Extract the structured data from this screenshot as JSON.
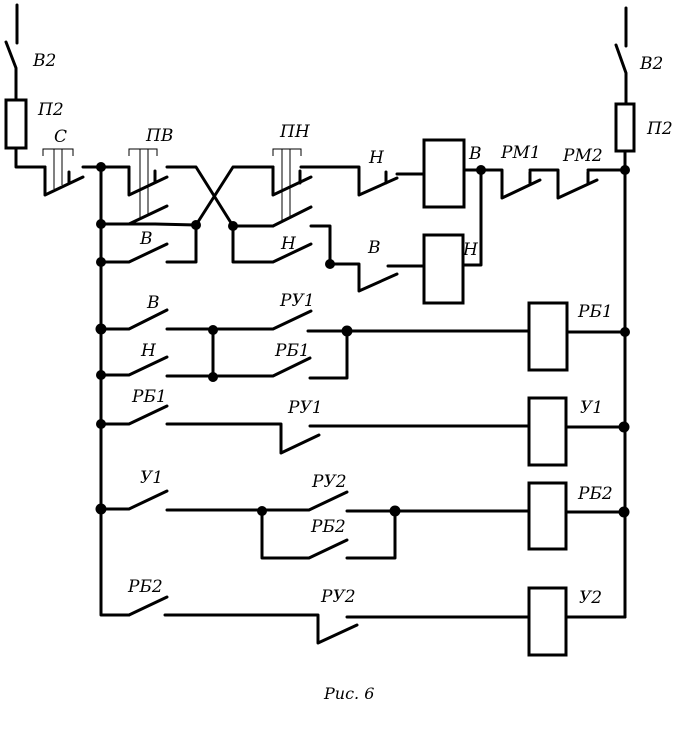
{
  "figure": {
    "caption": "Рис. 6"
  },
  "labels": {
    "v2_left": "В2",
    "p2_left": "П2",
    "v2_right": "В2",
    "p2_right": "П2",
    "s": "С",
    "pv": "ПВ",
    "pn": "ПН",
    "n_top": "Н",
    "v_coil_top": "В",
    "rm1": "РМ1",
    "rm2": "РМ2",
    "v_row2": "В",
    "n_row2": "Н",
    "v_row2b": "В",
    "n_coil": "Н",
    "v_row3": "В",
    "ru1_row3": "РУ1",
    "rb1_coil": "РБ1",
    "n_row4": "Н",
    "rb1_row4": "РБ1",
    "rb1_row5": "РБ1",
    "ru1_row5": "РУ1",
    "u1_coil": "У1",
    "u1_row6": "У1",
    "ru2_row6": "РУ2",
    "rb2_row6b": "РБ2",
    "rb2_coil": "РБ2",
    "rb2_row7": "РБ2",
    "ru2_row7": "РУ2",
    "u2_coil": "У2"
  }
}
